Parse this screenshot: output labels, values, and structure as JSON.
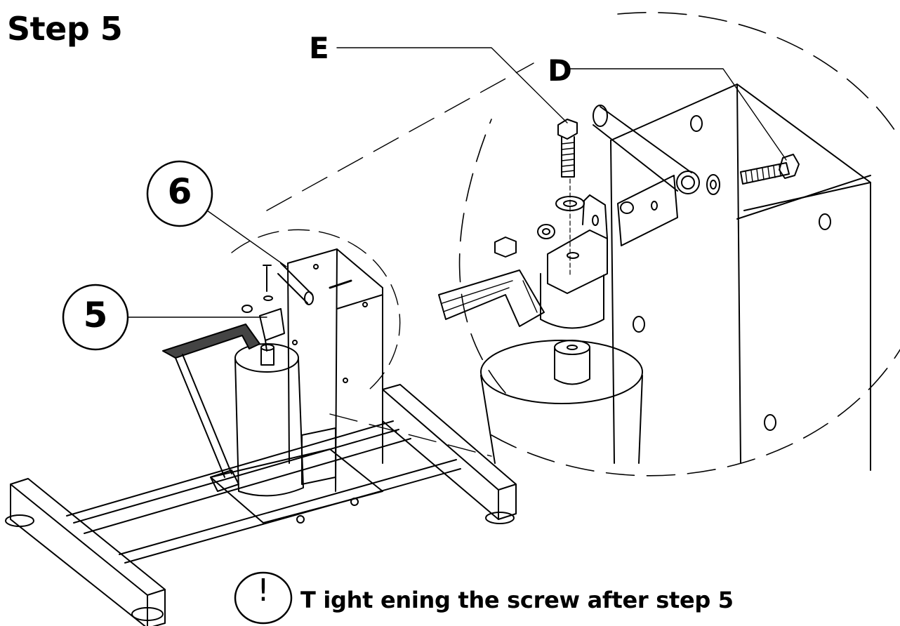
{
  "step_title": "Step 5",
  "callouts": {
    "part_6": "6",
    "part_5": "5"
  },
  "detail_labels": {
    "bolt": "E",
    "screw": "D"
  },
  "note": {
    "icon": "exclamation-icon",
    "mark": "!",
    "text": "T ight ening the screw after step 5"
  }
}
